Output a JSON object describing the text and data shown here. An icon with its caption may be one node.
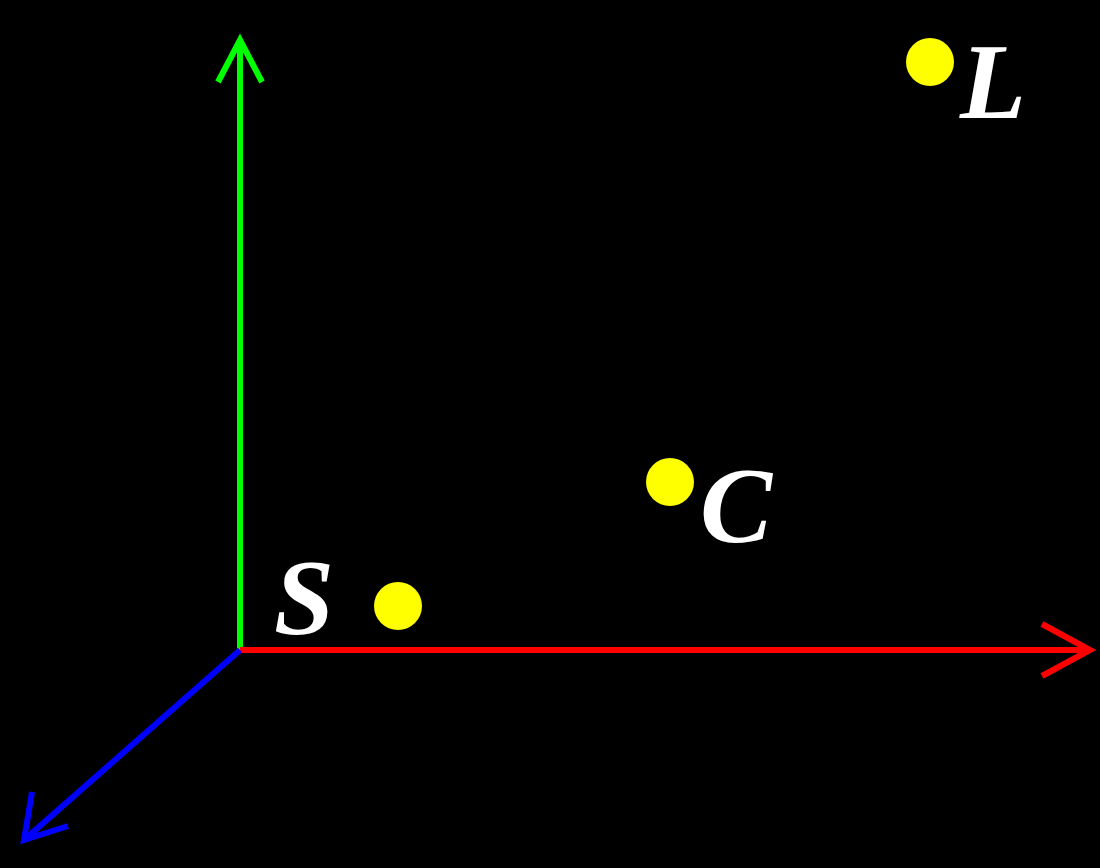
{
  "diagram": {
    "labels": [
      "L",
      "C",
      "S"
    ]
  }
}
